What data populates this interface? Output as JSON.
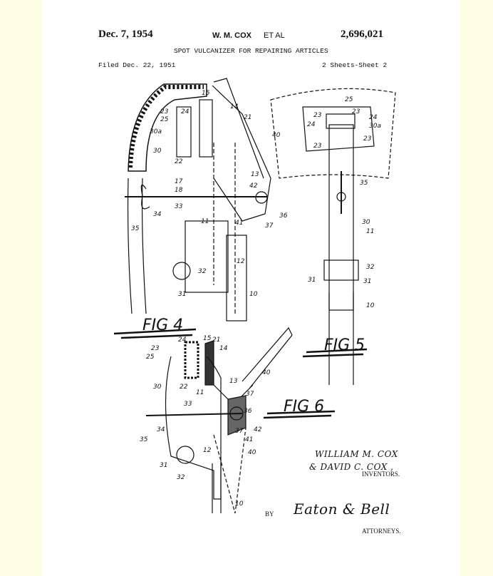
{
  "header": {
    "date": "Dec. 7, 1954",
    "inventor_short": "W. M. COX",
    "et_al": "ET AL",
    "patent_number": "2,696,021",
    "title": "SPOT VULCANIZER FOR REPAIRING ARTICLES",
    "filed": "Filed Dec. 22, 1951",
    "sheets": "2 Sheets-Sheet 2"
  },
  "figures": {
    "fig4": {
      "label": "FIG 4",
      "numerals": [
        "15",
        "14",
        "21",
        "23",
        "24",
        "25",
        "30a",
        "30",
        "22",
        "17",
        "18",
        "13",
        "40",
        "42",
        "33",
        "34",
        "35",
        "36",
        "37",
        "11",
        "41",
        "12",
        "32",
        "31",
        "10"
      ]
    },
    "fig5": {
      "label": "FIG 5",
      "numerals": [
        "25",
        "23",
        "23",
        "24",
        "24",
        "30a",
        "23",
        "23",
        "35",
        "30",
        "11",
        "32",
        "31",
        "31",
        "10"
      ]
    },
    "fig6": {
      "label": "FIG 6",
      "numerals": [
        "24",
        "15",
        "21",
        "14",
        "23",
        "25",
        "30",
        "22",
        "11",
        "13",
        "40",
        "37",
        "33",
        "36",
        "34",
        "35",
        "12",
        "37",
        "41",
        "42",
        "40",
        "31",
        "32",
        "10"
      ]
    }
  },
  "signatures": {
    "inventor_line1": "WILLIAM M. COX",
    "inventor_line2": "& DAVID C. COX ,",
    "inventors_label": "INVENTORS.",
    "by_label": "BY",
    "attorney_signature": "Eaton & Bell",
    "attorneys_label": "ATTORNEYS."
  }
}
